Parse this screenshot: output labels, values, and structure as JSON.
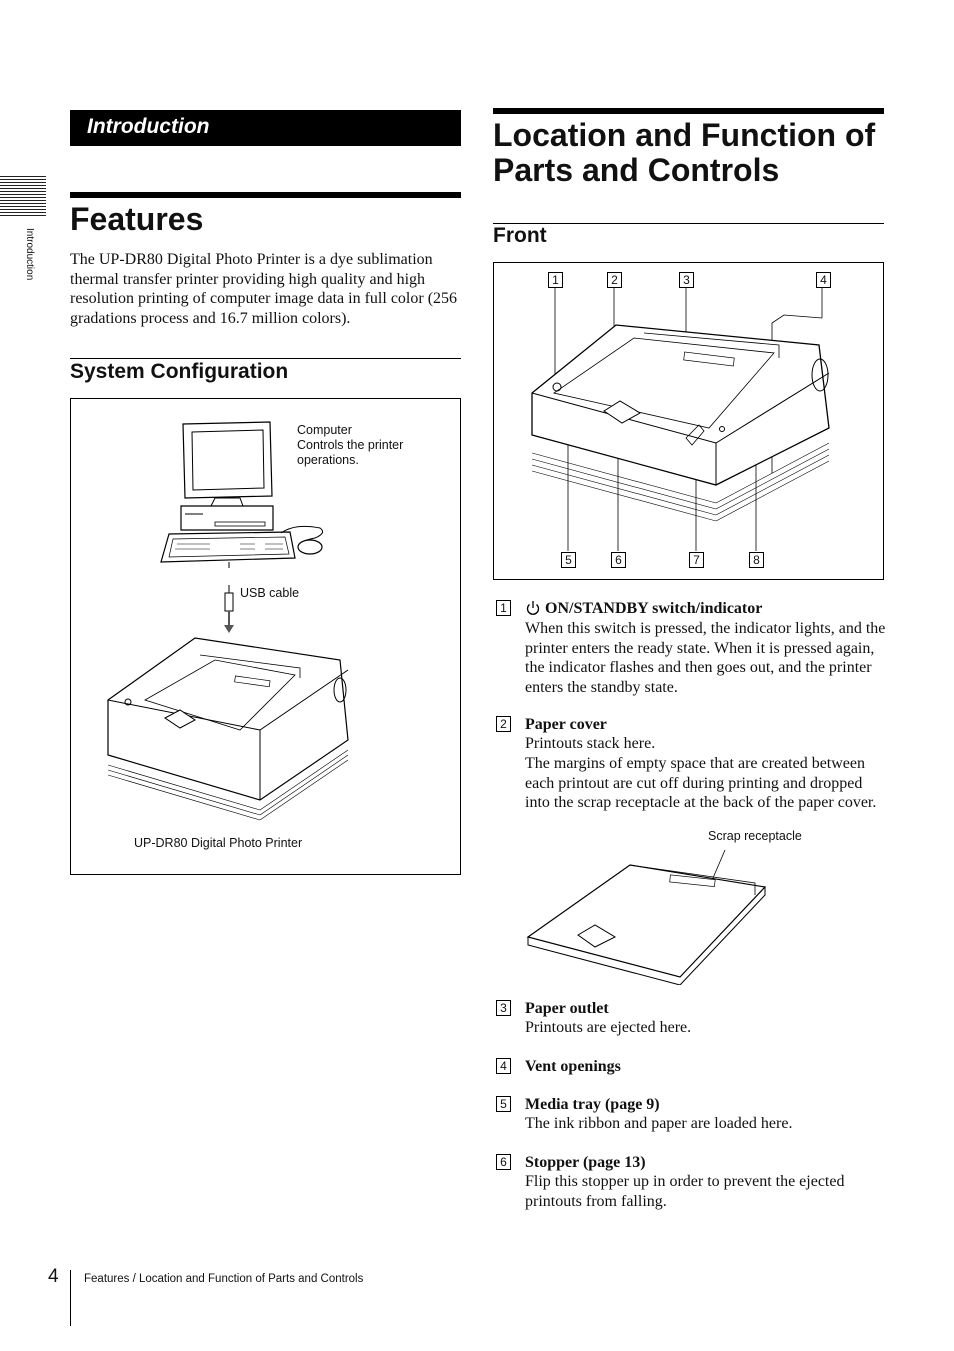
{
  "side_tab": {
    "label": "Introduction"
  },
  "left": {
    "section_bar": "Introduction",
    "features": {
      "title": "Features",
      "body": "The UP-DR80 Digital Photo Printer is a dye sublimation thermal transfer printer providing high quality and high resolution printing of computer image data in full color (256 gradations process and 16.7 million colors)."
    },
    "system": {
      "title": "System Configuration",
      "computer_label_1": "Computer",
      "computer_label_2": "Controls the printer",
      "computer_label_3": "operations.",
      "usb_label": "USB cable",
      "printer_label": "UP-DR80 Digital Photo Printer"
    }
  },
  "right": {
    "title_line1": "Location and Function of",
    "title_line2": "Parts and Controls",
    "front_title": "Front",
    "callouts": [
      "1",
      "2",
      "3",
      "4",
      "5",
      "6",
      "7",
      "8"
    ],
    "scrap_label": "Scrap receptacle",
    "items": [
      {
        "num": "1",
        "title": "ON/STANDBY switch/indicator",
        "desc": "When this switch is pressed, the indicator lights, and the printer enters the ready state. When it is pressed again, the indicator flashes and then goes out, and the printer enters the standby state."
      },
      {
        "num": "2",
        "title": "Paper cover",
        "desc1": "Printouts stack here.",
        "desc2": "The margins of empty space that are created between each printout are cut off during printing and dropped into the scrap receptacle at the back of the paper cover."
      },
      {
        "num": "3",
        "title": "Paper outlet",
        "desc": "Printouts are ejected here."
      },
      {
        "num": "4",
        "title": "Vent openings"
      },
      {
        "num": "5",
        "title": "Media tray (page 9)",
        "desc": "The ink ribbon and paper are loaded here."
      },
      {
        "num": "6",
        "title": "Stopper (page 13)",
        "desc": "Flip this stopper up in order to prevent the ejected printouts from falling."
      }
    ],
    "power_icon": "power-icon"
  },
  "footer": {
    "page_number": "4",
    "text": "Features / Location and Function of Parts and Controls"
  }
}
